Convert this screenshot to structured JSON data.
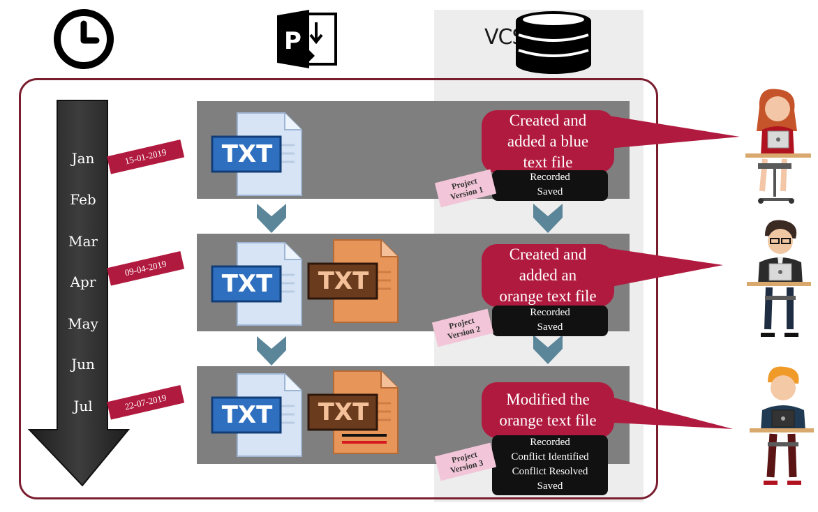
{
  "header": {
    "vcs_label": "VCS"
  },
  "timeline": {
    "months": [
      "Jan",
      "Feb",
      "Mar",
      "Apr",
      "May",
      "Jun",
      "Jul"
    ]
  },
  "dates": [
    "15-01-2019",
    "09-04-2019",
    "22-07-2019"
  ],
  "file_label": "TXT",
  "steps": [
    {
      "bubble_lines": [
        "Created and",
        "added a blue",
        "text file"
      ],
      "status_lines": [
        "Recorded",
        "Saved"
      ],
      "tag_lines": [
        "Project",
        "Version 1"
      ]
    },
    {
      "bubble_lines": [
        "Created and",
        "added an",
        "orange text file"
      ],
      "status_lines": [
        "Recorded",
        "Saved"
      ],
      "tag_lines": [
        "Project",
        "Version 2"
      ]
    },
    {
      "bubble_lines": [
        "Modified the",
        "orange text file"
      ],
      "status_lines": [
        "Recorded",
        "Conflict Identified",
        "Conflict Resolved",
        "Saved"
      ],
      "tag_lines": [
        "Project",
        "Version 3"
      ]
    }
  ],
  "colors": {
    "accent_red": "#b11a3f",
    "frame": "#7a1e2f",
    "band": "#7f7f7f",
    "blue_file": "#2f6fbf",
    "orange_file": "#e8955a",
    "arrow": "#5b8599"
  }
}
